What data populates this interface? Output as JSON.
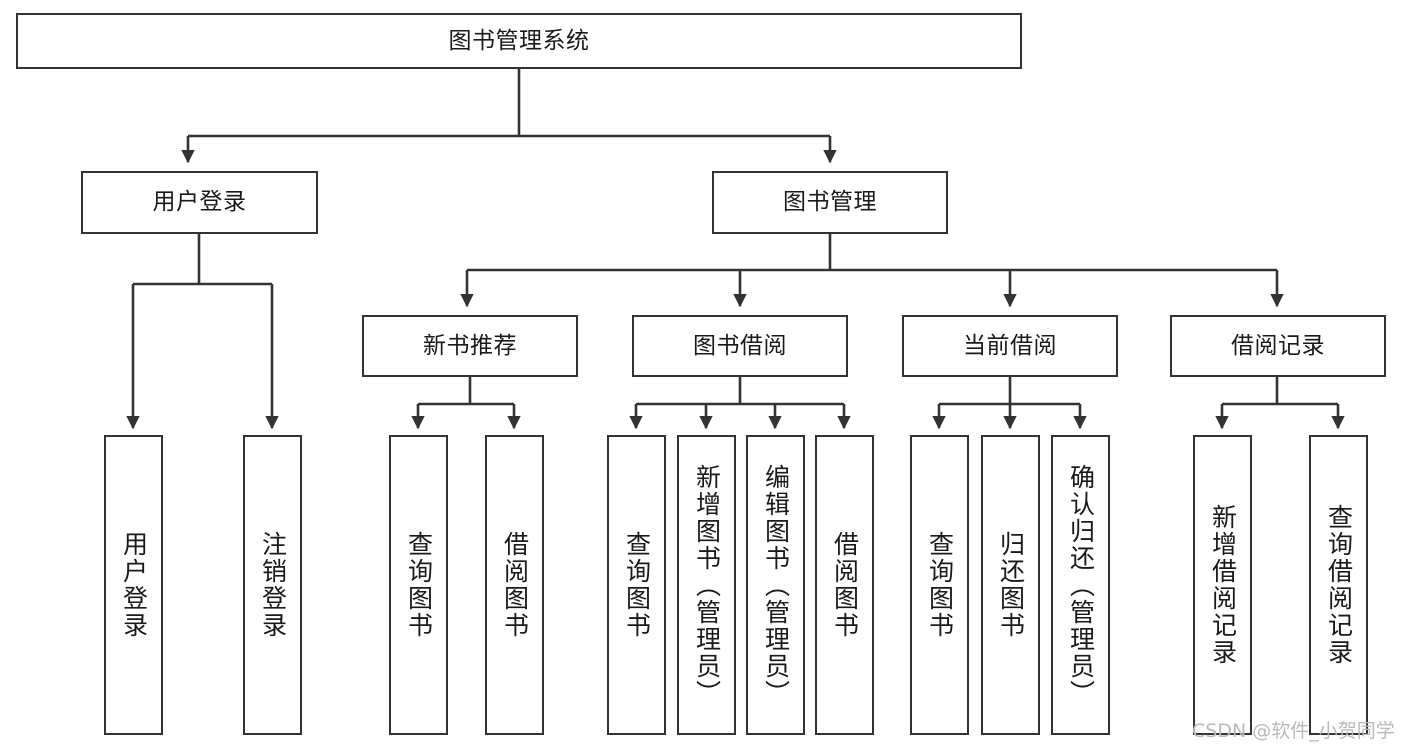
{
  "diagram": {
    "type": "hierarchy-tree",
    "title": "图书管理系统",
    "watermark": "CSDN @软件_小贺同学",
    "colors": {
      "box_border": "#333333",
      "box_fill": "#ffffff",
      "edge": "#333333",
      "text": "#1a1a1a",
      "watermark": "#b9b9b9",
      "background": "#ffffff"
    },
    "root": {
      "label": "图书管理系统"
    },
    "level2": [
      {
        "label": "用户登录"
      },
      {
        "label": "图书管理"
      }
    ],
    "level3": [
      {
        "label": "新书推荐"
      },
      {
        "label": "图书借阅"
      },
      {
        "label": "当前借阅"
      },
      {
        "label": "借阅记录"
      }
    ],
    "leaves": {
      "user_login": [
        {
          "label": "用户登录"
        },
        {
          "label": "注销登录"
        }
      ],
      "new_book": [
        {
          "label": "查询图书"
        },
        {
          "label": "借阅图书"
        }
      ],
      "book_borrow": [
        {
          "label": "查询图书"
        },
        {
          "label": "新增图书（管理员）"
        },
        {
          "label": "编辑图书（管理员）"
        },
        {
          "label": "借阅图书"
        }
      ],
      "current_borrow": [
        {
          "label": "查询图书"
        },
        {
          "label": "归还图书"
        },
        {
          "label": "确认归还（管理员）"
        }
      ],
      "borrow_record": [
        {
          "label": "新增借阅记录"
        },
        {
          "label": "查询借阅记录"
        }
      ]
    }
  }
}
